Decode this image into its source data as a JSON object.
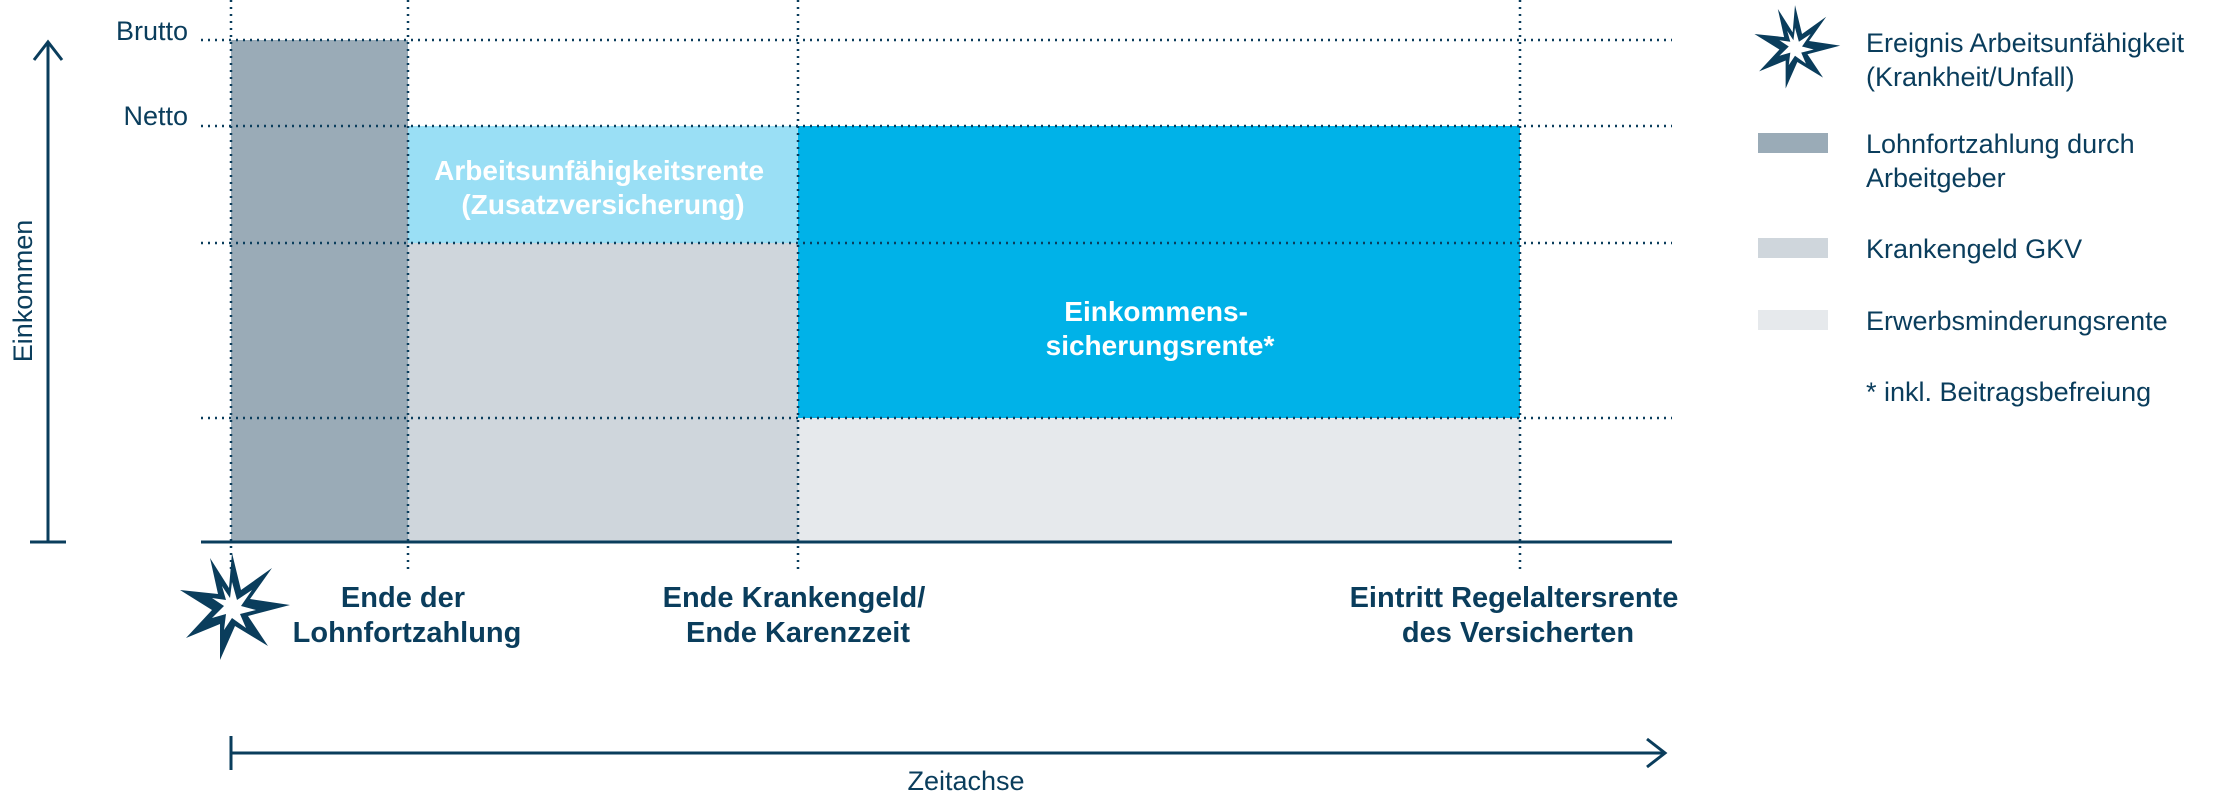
{
  "y_axis": {
    "label": "Einkommen",
    "levels": [
      "Brutto",
      "Netto"
    ]
  },
  "x_axis": {
    "label": "Zeitachse"
  },
  "events": [
    {
      "lines": [
        "Ende der",
        "Lohnfortzahlung"
      ]
    },
    {
      "lines": [
        "Ende Krankengeld/",
        "Ende Karenzzeit"
      ]
    },
    {
      "lines": [
        "Eintritt Regelaltersrente",
        "des Versicherten"
      ]
    }
  ],
  "boxes": {
    "zusatz": {
      "lines": [
        "Arbeitsunfähigkeitsrente",
        "(Zusatzversicherung)"
      ]
    },
    "einkommen": {
      "lines": [
        "Einkommens-",
        "sicherungsrente*"
      ]
    }
  },
  "legend": [
    {
      "lines": [
        "Ereignis Arbeitsunfähigkeit",
        "(Krankheit/Unfall)"
      ],
      "icon": "star-burst-icon"
    },
    {
      "lines": [
        "Lohnfortzahlung durch",
        "Arbeitgeber"
      ],
      "color": "#9aabb7"
    },
    {
      "lines": [
        "Krankengeld GKV"
      ],
      "color": "#cfd6dc"
    },
    {
      "lines": [
        "Erwerbsminderungsrente"
      ],
      "color": "#e6e9ec"
    },
    {
      "lines": [
        "* inkl. Beitragsbefreiung"
      ]
    }
  ],
  "colors": {
    "dark_navy": "#0a3d5c",
    "lohnfortzahlung": "#9aabb7",
    "krankengeld": "#cfd6dc",
    "erwerbsminderung": "#e6e9ec",
    "zusatz_light_blue": "#9adff5",
    "einkommen_blue": "#00b2e8"
  }
}
